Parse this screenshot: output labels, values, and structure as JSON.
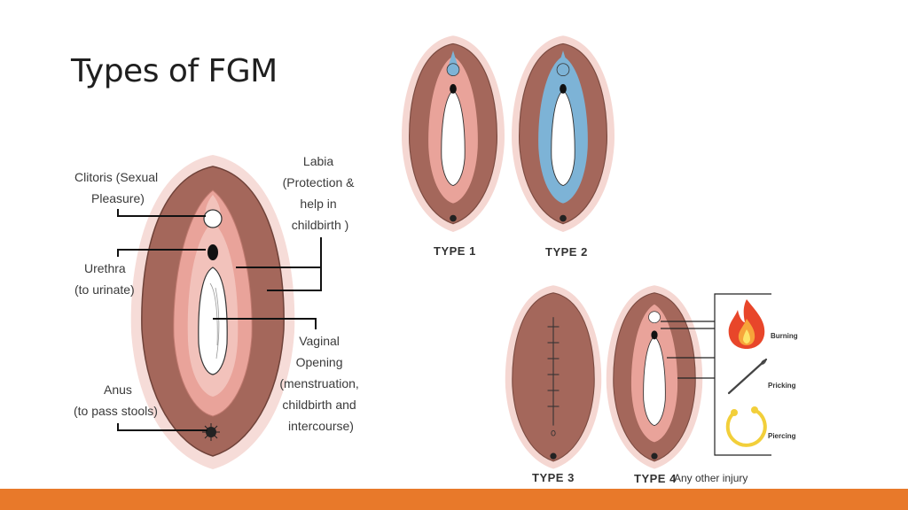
{
  "slide": {
    "title": "Types of FGM",
    "accent_color": "#e8792a"
  },
  "anatomy": {
    "labels": {
      "clitoris": [
        "Clitoris (Sexual",
        "Pleasure)"
      ],
      "urethra": [
        "Urethra",
        "(to urinate)"
      ],
      "anus": [
        "Anus",
        "(to pass stools)"
      ],
      "labia": [
        "Labia",
        "(Protection &",
        "help in",
        "childbirth )"
      ],
      "vaginal": [
        "Vaginal",
        "Opening",
        "(menstruation,",
        "childbirth and",
        "intercourse)"
      ]
    }
  },
  "types": {
    "type1": "TYPE 1",
    "type2": "TYPE 2",
    "type3": "TYPE 3",
    "type4": "TYPE 4",
    "type4_note": "Any other injury"
  },
  "type4_methods": {
    "burning": "Burning",
    "pricking": "Pricking",
    "piercing": "Piercing"
  },
  "colors": {
    "skin_outer": "#f3d0cc",
    "skin": "#a4675b",
    "inner_pink": "#e9a39a",
    "white": "#ffffff",
    "blue": "#7db3d6"
  }
}
